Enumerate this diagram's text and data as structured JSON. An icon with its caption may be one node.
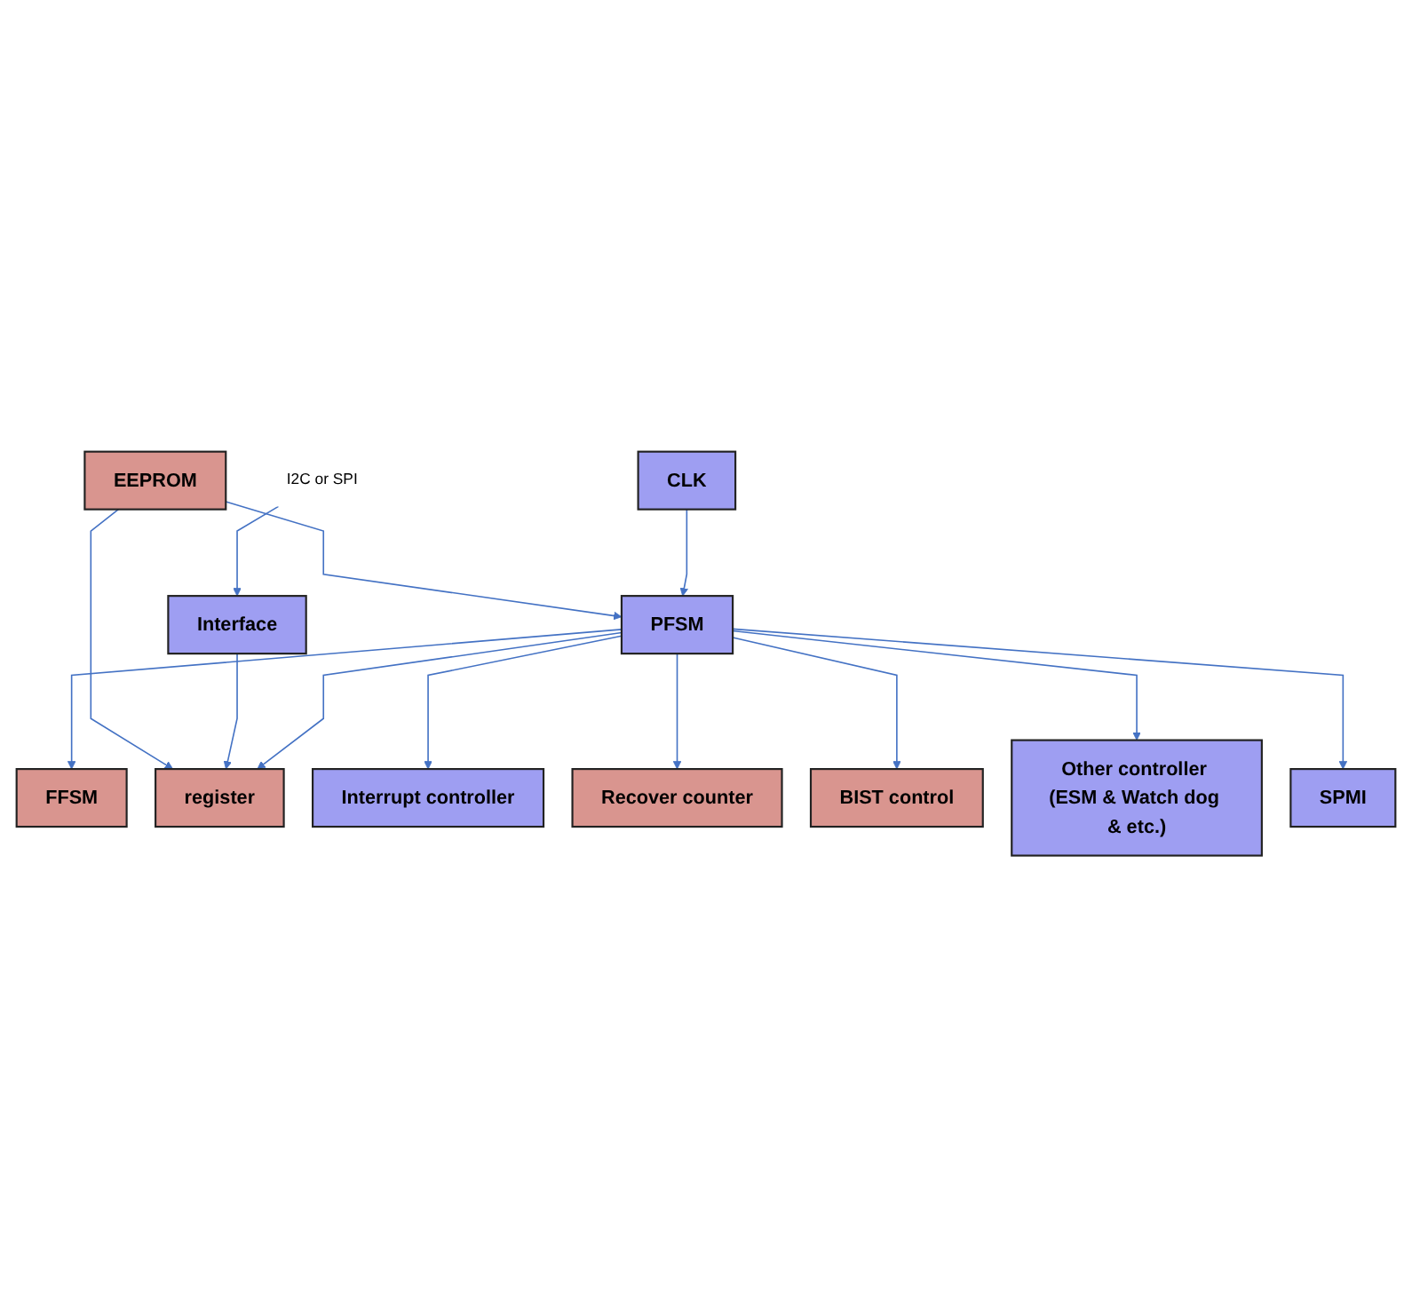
{
  "diagram": {
    "nodes": [
      {
        "text": [
          "EEPROM"
        ]
      },
      {
        "text": [
          "Interface"
        ]
      },
      {
        "text": [
          "I2C or SPI"
        ]
      },
      {
        "text": [
          "FFSM"
        ]
      },
      {
        "text": [
          "register"
        ]
      },
      {
        "text": [
          "CLK"
        ]
      },
      {
        "text": [
          "PFSM"
        ]
      },
      {
        "text": [
          "Interrupt controller"
        ]
      },
      {
        "text": [
          "Recover counter"
        ]
      },
      {
        "text": [
          "Other controller (ESM & Watch dog & etc.)"
        ]
      },
      {
        "text": [
          "BIST control"
        ]
      },
      {
        "text": [
          "SPMI"
        ]
      }
    ],
    "edges": [
      {
        "from": 0,
        "to": 6,
        "arrow": "to"
      },
      {
        "from": 0,
        "to": 4,
        "arrow": "to"
      },
      {
        "from": 2,
        "to": 1,
        "arrow": "to"
      },
      {
        "from": 1,
        "to": 4,
        "arrow": "to"
      },
      {
        "from": 6,
        "to": 3,
        "arrow": "to"
      },
      {
        "from": 6,
        "to": 4,
        "arrow": "to"
      },
      {
        "from": 5,
        "to": 6,
        "arrow": "to"
      },
      {
        "from": 6,
        "to": 7,
        "arrow": "to"
      },
      {
        "from": 6,
        "to": 8,
        "arrow": "to"
      },
      {
        "from": 6,
        "to": 10,
        "arrow": "to"
      },
      {
        "from": 6,
        "to": 9,
        "arrow": "to"
      },
      {
        "from": 6,
        "to": 11,
        "arrow": "to"
      }
    ]
  }
}
